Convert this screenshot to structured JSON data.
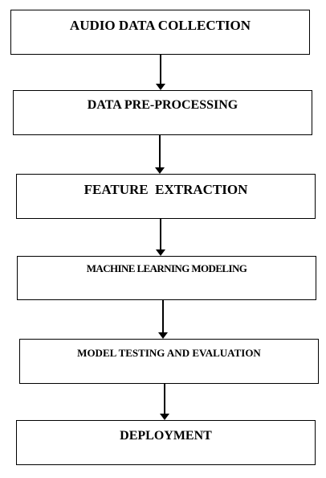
{
  "diagram": {
    "type": "flowchart",
    "direction": "top-to-bottom",
    "steps": [
      {
        "label": "AUDIO DATA COLLECTION"
      },
      {
        "label": "DATA PRE-PROCESSING"
      },
      {
        "label": "FEATURE  EXTRACTION"
      },
      {
        "label": "MACHINE LEARNING MODELING"
      },
      {
        "label": "MODEL TESTING AND EVALUATION"
      },
      {
        "label": "DEPLOYMENT"
      }
    ],
    "connections": [
      {
        "from": 0,
        "to": 1
      },
      {
        "from": 1,
        "to": 2
      },
      {
        "from": 2,
        "to": 3
      },
      {
        "from": 3,
        "to": 4
      },
      {
        "from": 4,
        "to": 5
      }
    ],
    "colors": {
      "box_border": "#000000",
      "box_fill": "#ffffff",
      "text": "#000000",
      "arrow": "#000000"
    }
  }
}
